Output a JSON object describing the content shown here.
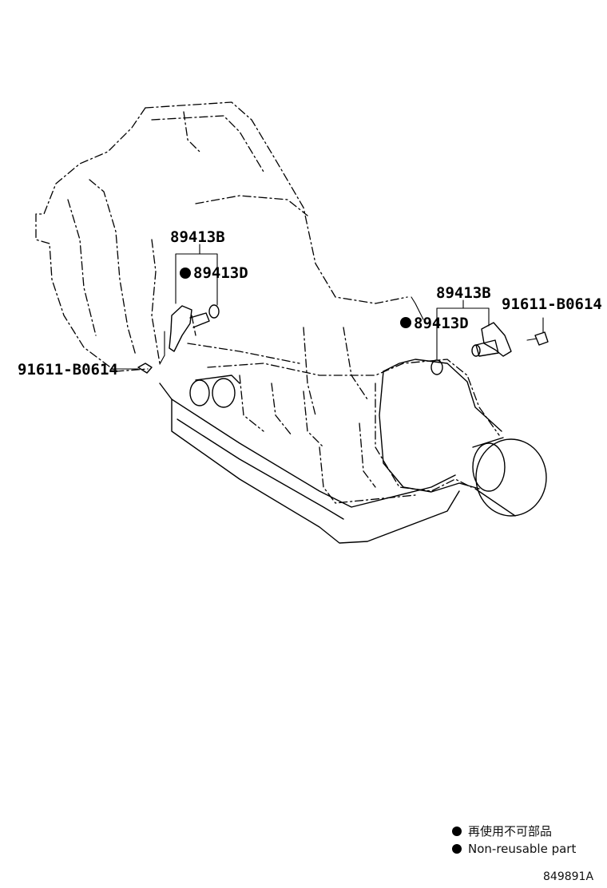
{
  "labels": {
    "left_sensor": "89413B",
    "left_oring": "89413D",
    "left_bolt": "91611-B0614",
    "right_sensor": "89413B",
    "right_oring": "89413D",
    "right_bolt": "91611-B0614"
  },
  "legend": {
    "jp": "再使用不可部品",
    "en": "Non-reusable part"
  },
  "diagram_ref": "849891A"
}
